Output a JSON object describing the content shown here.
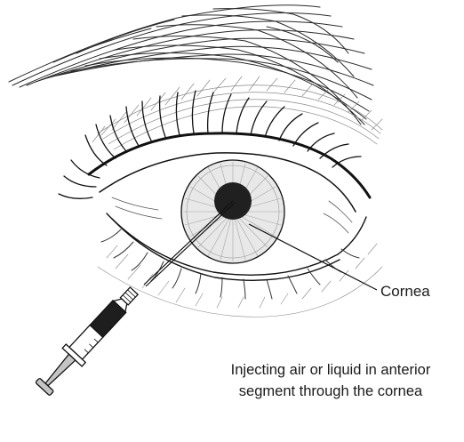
{
  "labels": {
    "cornea": "Cornea"
  },
  "caption": {
    "line1": "Injecting air or liquid in anterior",
    "line2": "segment through the cornea"
  },
  "colors": {
    "ink": "#1a1a1a",
    "hatch": "#8a8a8a",
    "pupil": "#202020",
    "iris_fill": "#e8e8e8",
    "syringe_gray": "#c4c4c4"
  }
}
